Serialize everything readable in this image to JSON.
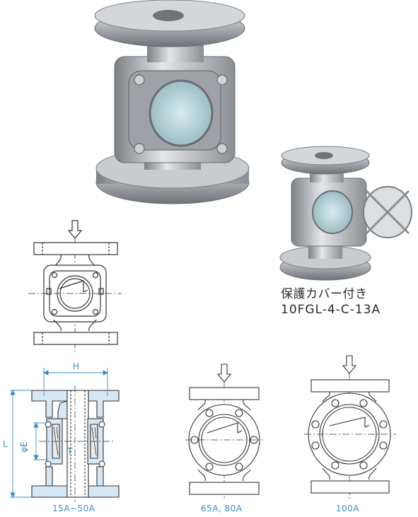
{
  "captions": {
    "cover_line1": "保護カバー付き",
    "cover_line2": "10FGL-4-C-13A",
    "variant_small": "15A~50A",
    "variant_medium": "65A, 80A",
    "variant_large": "100A"
  },
  "dimensions": {
    "H": "H",
    "L": "L",
    "E": "φE",
    "T": "T"
  },
  "colors": {
    "line": "#333333",
    "accent_blue": "#3a8cc8",
    "fill_blue": "#d6e7f5",
    "steel": "#b9bcbf"
  }
}
